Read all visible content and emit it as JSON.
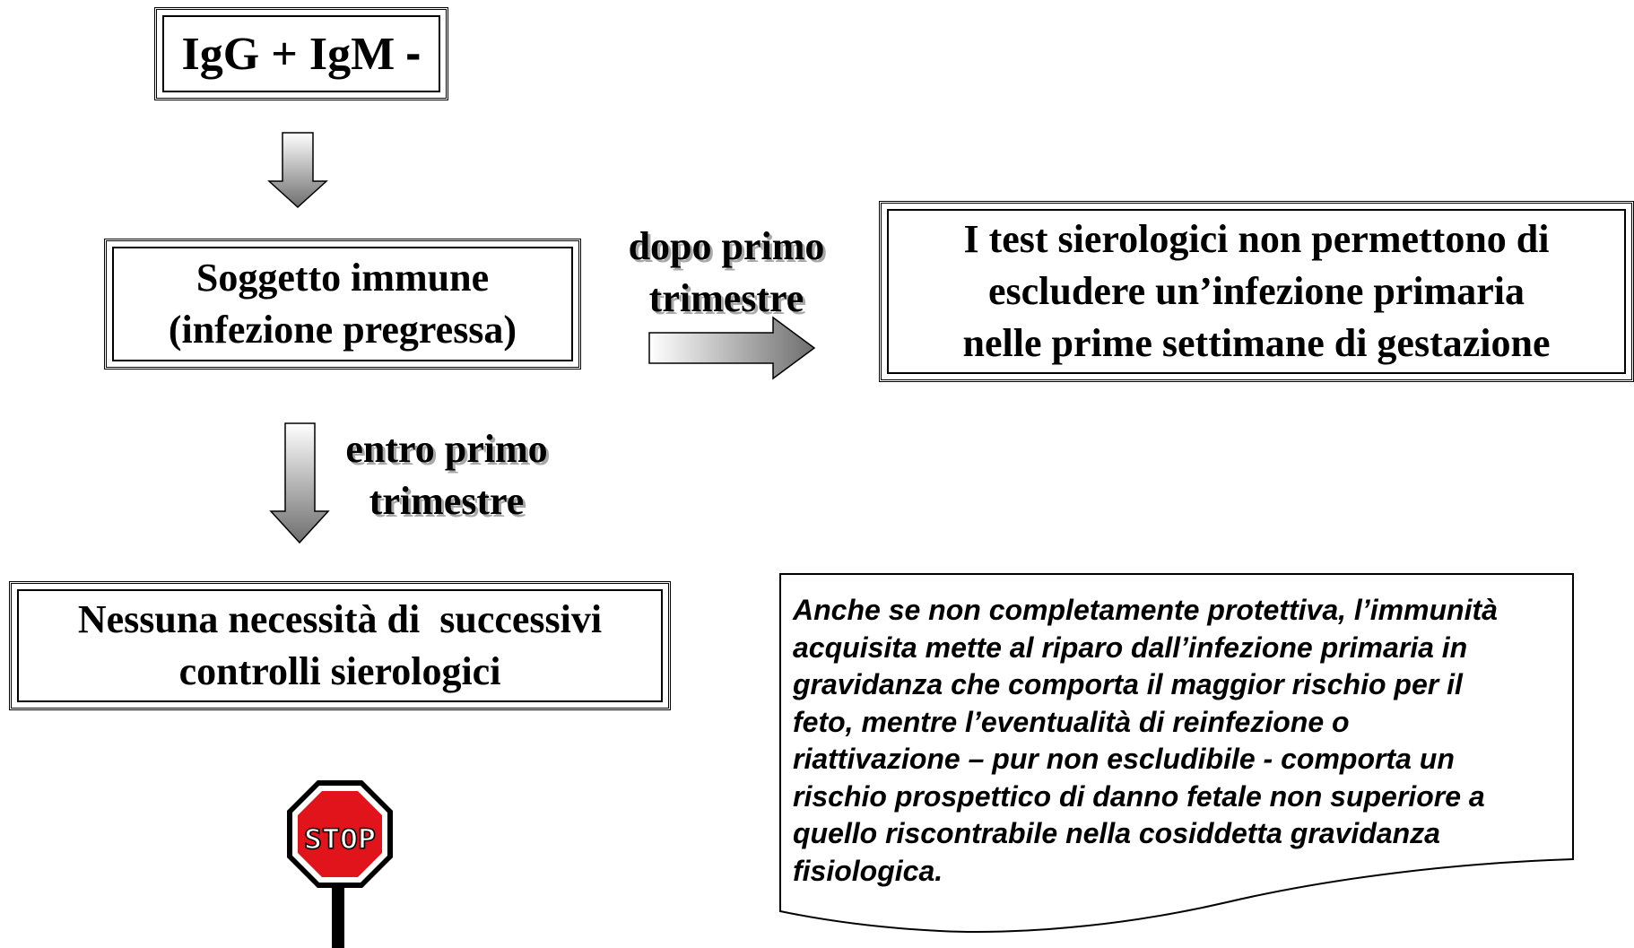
{
  "boxes": {
    "igg_igm": {
      "text": "IgG + IgM",
      "minus": "-"
    },
    "immune": {
      "line1": "Soggetto immune",
      "line2": "(infezione pregressa)"
    },
    "test": {
      "line1": "I test sierologici non permettono di",
      "line2": "escludere un’infezione primaria",
      "line3": "nelle prime settimane di gestazione"
    },
    "nessuna": {
      "line1": "Nessuna necessità di  successivi",
      "line2": "controlli sierologici"
    }
  },
  "labels": {
    "dopo": {
      "line1": "dopo primo",
      "line2": "trimestre"
    },
    "entro": {
      "line1": "entro primo",
      "line2": "trimestre"
    }
  },
  "note": {
    "lines": [
      "Anche se non completamente protettiva, l’immunità",
      "acquisita mette al riparo dall’infezione primaria in",
      "gravidanza che comporta il maggior rischio per il",
      "feto, mentre l’eventualità di reinfezione o",
      "riattivazione – pur non escludibile - comporta un",
      "rischio prospettico di danno fetale non superiore a",
      "quello riscontrabile nella cosiddetta gravidanza",
      "fisiologica."
    ]
  },
  "stop_sign": {
    "text": "STOP",
    "color": "#e0141a"
  },
  "colors": {
    "arrow_light": "#ffffff",
    "arrow_dark": "#6e6e6e"
  }
}
